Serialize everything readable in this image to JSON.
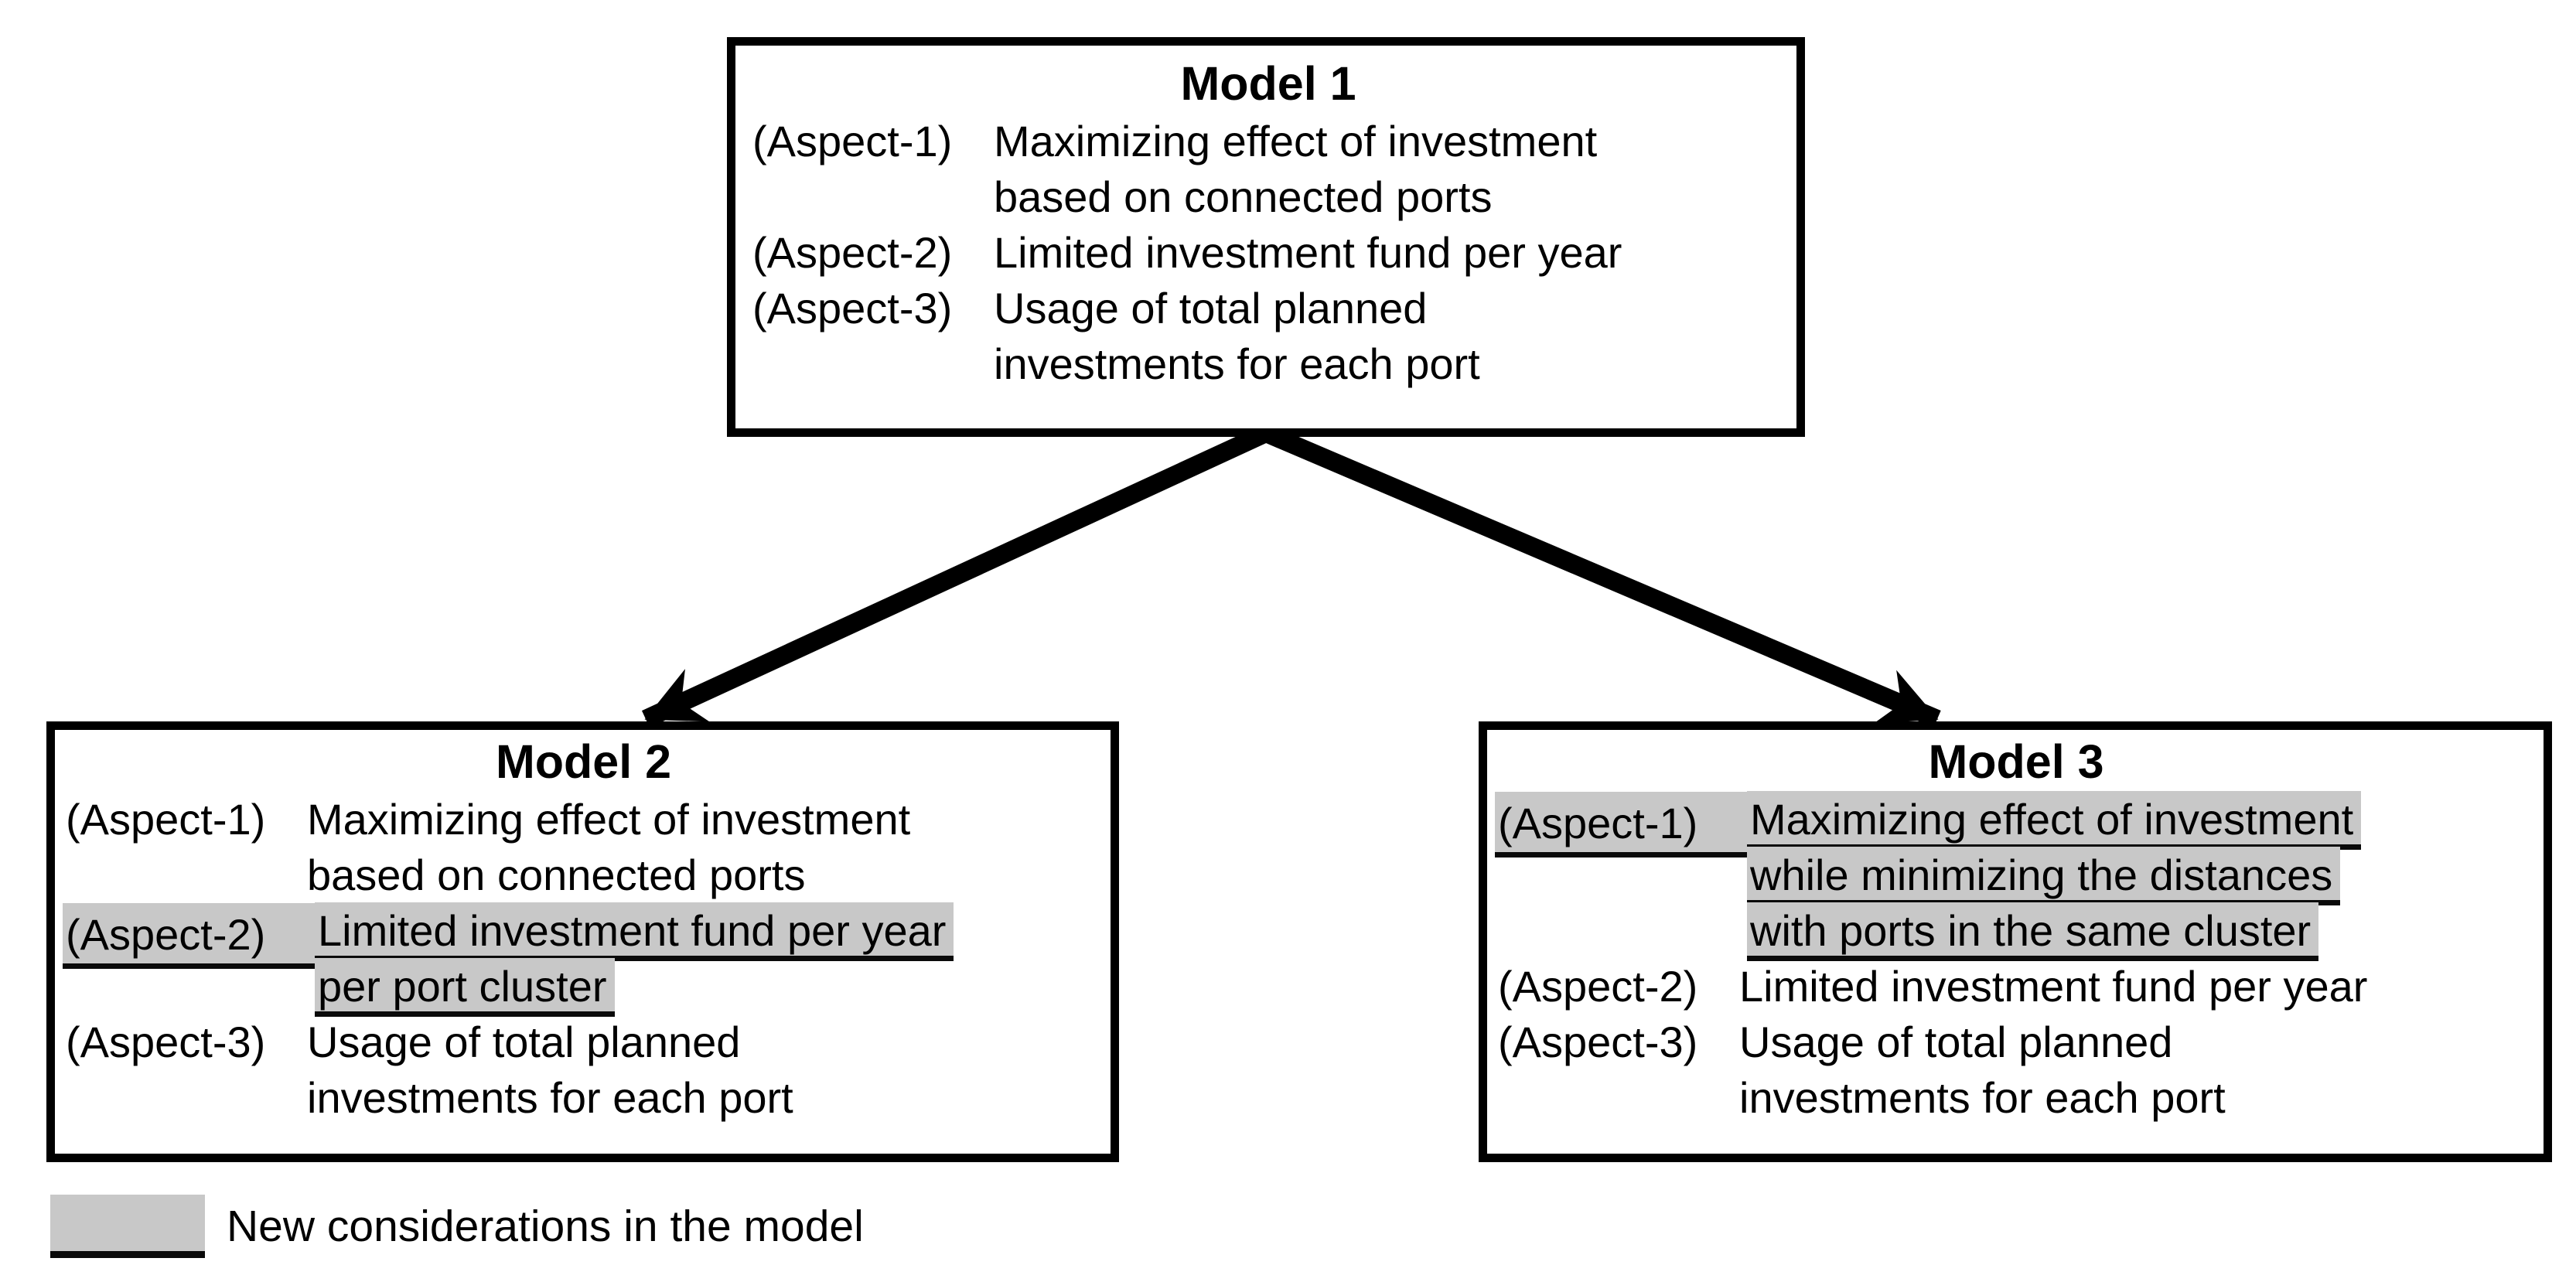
{
  "colors": {
    "background": "#ffffff",
    "box_border": "#000000",
    "text": "#000000",
    "highlight": "#c8c8c8",
    "underline": "#0a0a0a",
    "arrow": "#000000"
  },
  "models": [
    {
      "title": "Model 1",
      "aspects": [
        {
          "label": "(Aspect-1)",
          "label_highlighted": false,
          "lines": [
            {
              "text": "Maximizing effect of investment",
              "highlighted": false
            },
            {
              "text": "based on connected ports",
              "highlighted": false
            }
          ]
        },
        {
          "label": "(Aspect-2)",
          "label_highlighted": false,
          "lines": [
            {
              "text": "Limited investment fund per year",
              "highlighted": false
            }
          ]
        },
        {
          "label": "(Aspect-3)",
          "label_highlighted": false,
          "lines": [
            {
              "text": "Usage of total planned",
              "highlighted": false
            },
            {
              "text": "investments for each port",
              "highlighted": false
            }
          ]
        }
      ]
    },
    {
      "title": "Model 2",
      "aspects": [
        {
          "label": "(Aspect-1)",
          "label_highlighted": false,
          "lines": [
            {
              "text": "Maximizing effect of investment",
              "highlighted": false
            },
            {
              "text": "based on connected ports",
              "highlighted": false
            }
          ]
        },
        {
          "label": "(Aspect-2)",
          "label_highlighted": true,
          "lines": [
            {
              "text": "Limited investment fund per year",
              "highlighted": true
            },
            {
              "text": "per port cluster",
              "highlighted": true
            }
          ]
        },
        {
          "label": "(Aspect-3)",
          "label_highlighted": false,
          "lines": [
            {
              "text": "Usage of total planned",
              "highlighted": false
            },
            {
              "text": "investments for each port",
              "highlighted": false
            }
          ]
        }
      ]
    },
    {
      "title": "Model 3",
      "aspects": [
        {
          "label": "(Aspect-1)",
          "label_highlighted": true,
          "lines": [
            {
              "text": "Maximizing effect of investment",
              "highlighted": true
            },
            {
              "text": "while minimizing the distances",
              "highlighted": true
            },
            {
              "text": "with ports in the same cluster",
              "highlighted": true
            }
          ]
        },
        {
          "label": "(Aspect-2)",
          "label_highlighted": false,
          "lines": [
            {
              "text": "Limited investment fund per year",
              "highlighted": false
            }
          ]
        },
        {
          "label": "(Aspect-3)",
          "label_highlighted": false,
          "lines": [
            {
              "text": "Usage of total planned",
              "highlighted": false
            },
            {
              "text": "investments for each port",
              "highlighted": false
            }
          ]
        }
      ]
    }
  ],
  "connections": [
    {
      "from": "Model 1",
      "to": "Model 2"
    },
    {
      "from": "Model 1",
      "to": "Model 3"
    }
  ],
  "legend": {
    "label": "New considerations in the model"
  }
}
